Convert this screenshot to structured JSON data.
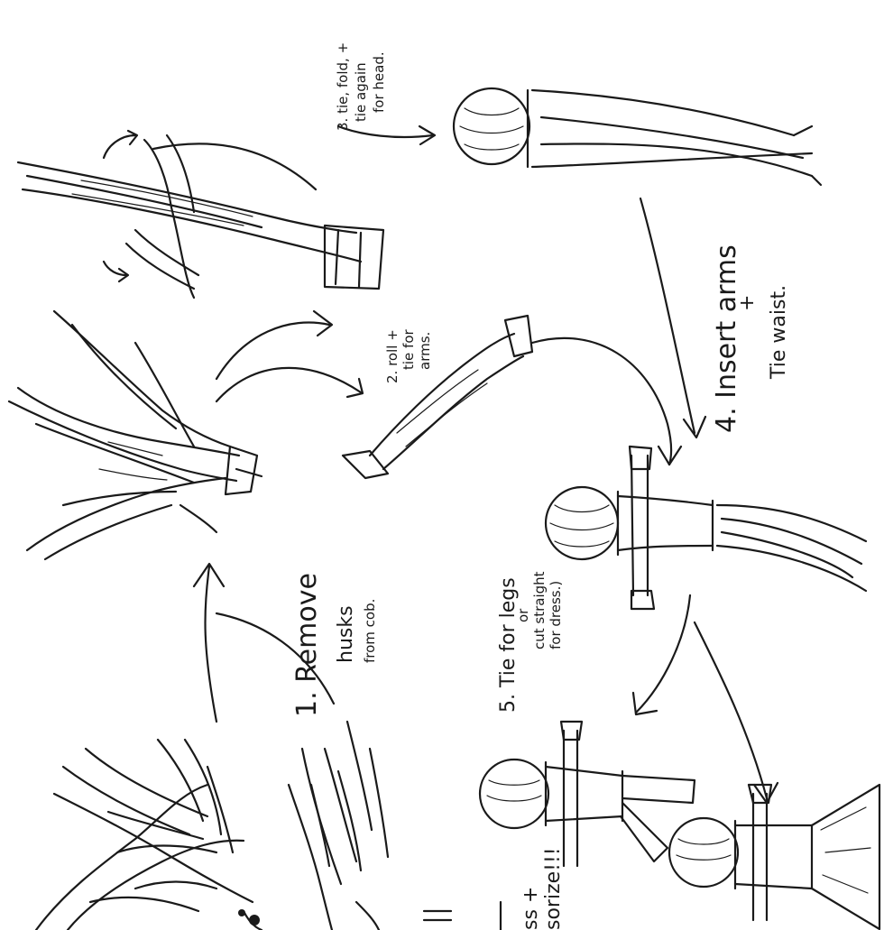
{
  "steps": {
    "step1": {
      "line1": "1. Remove",
      "line2": "husks",
      "line3": "from cob."
    },
    "step2": {
      "line1": "2. roll +",
      "line2": "tie for",
      "line3": "arms."
    },
    "step3": {
      "line1": "3. tie, fold, +",
      "line2": "tie again",
      "line3": "for head."
    },
    "step4": {
      "line1": "4. Insert arms",
      "line2": "+",
      "line3": "Tie waist."
    },
    "step5": {
      "line1": "5. Tie for legs",
      "line2": "or",
      "line3": "cut straight",
      "line4": "for dress.)"
    },
    "step6": {
      "line1": "ss +",
      "line2": "sorize!!!"
    }
  },
  "colors": {
    "ink": "#1a1a1a",
    "paper": "#ffffff"
  }
}
